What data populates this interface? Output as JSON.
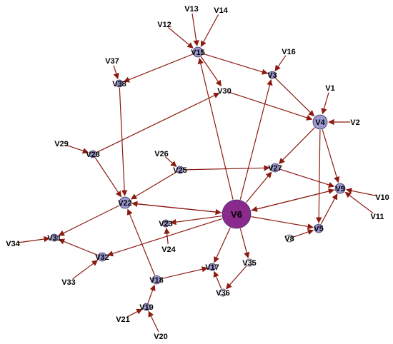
{
  "colors": {
    "edge": "#8b1a10",
    "node_default": "#9a97cc",
    "node_hub": "#8a2a8c",
    "node_hub_border": "#3c0f48",
    "node_light": "#ffffff"
  },
  "nodes": [
    {
      "id": "V1",
      "label": "V1"
    },
    {
      "id": "V2",
      "label": "V2"
    },
    {
      "id": "V3",
      "label": "V3"
    },
    {
      "id": "V4",
      "label": "V4"
    },
    {
      "id": "V5",
      "label": "V5"
    },
    {
      "id": "V6",
      "label": "V6"
    },
    {
      "id": "V8",
      "label": "V8"
    },
    {
      "id": "V9",
      "label": "V9"
    },
    {
      "id": "V10",
      "label": "V10"
    },
    {
      "id": "V11",
      "label": "V11"
    },
    {
      "id": "V12",
      "label": "V12"
    },
    {
      "id": "V13",
      "label": "V13"
    },
    {
      "id": "V14",
      "label": "V14"
    },
    {
      "id": "V15",
      "label": "V15"
    },
    {
      "id": "V16",
      "label": "V16"
    },
    {
      "id": "V17",
      "label": "V17"
    },
    {
      "id": "V18",
      "label": "V18"
    },
    {
      "id": "V19",
      "label": "V19"
    },
    {
      "id": "V20",
      "label": "V20"
    },
    {
      "id": "V21",
      "label": "V21"
    },
    {
      "id": "V22",
      "label": "V22"
    },
    {
      "id": "V23",
      "label": "V23"
    },
    {
      "id": "V24",
      "label": "V24"
    },
    {
      "id": "V25",
      "label": "V25"
    },
    {
      "id": "V26",
      "label": "V26"
    },
    {
      "id": "V27",
      "label": "V27"
    },
    {
      "id": "V28",
      "label": "V28"
    },
    {
      "id": "V29",
      "label": "V29"
    },
    {
      "id": "V30",
      "label": "V30"
    },
    {
      "id": "V31",
      "label": "V31"
    },
    {
      "id": "V32",
      "label": "V32"
    },
    {
      "id": "V33",
      "label": "V33"
    },
    {
      "id": "V34",
      "label": "V34"
    },
    {
      "id": "V35",
      "label": "V35"
    },
    {
      "id": "V36",
      "label": "V36"
    },
    {
      "id": "V37",
      "label": "V37"
    },
    {
      "id": "V38",
      "label": "V38"
    }
  ],
  "edges": [
    [
      "V13",
      "V15"
    ],
    [
      "V14",
      "V15"
    ],
    [
      "V12",
      "V15"
    ],
    [
      "V15",
      "V38"
    ],
    [
      "V15",
      "V30"
    ],
    [
      "V15",
      "V3"
    ],
    [
      "V16",
      "V3"
    ],
    [
      "V3",
      "V4"
    ],
    [
      "V1",
      "V4"
    ],
    [
      "V2",
      "V4"
    ],
    [
      "V30",
      "V4"
    ],
    [
      "V4",
      "V27"
    ],
    [
      "V4",
      "V9"
    ],
    [
      "V4",
      "V5"
    ],
    [
      "V10",
      "V9"
    ],
    [
      "V11",
      "V9"
    ],
    [
      "V9",
      "V6"
    ],
    [
      "V6",
      "V9"
    ],
    [
      "V27",
      "V9"
    ],
    [
      "V5",
      "V9"
    ],
    [
      "V6",
      "V5"
    ],
    [
      "V8",
      "V5"
    ],
    [
      "V6",
      "V3"
    ],
    [
      "V6",
      "V15"
    ],
    [
      "V6",
      "V27"
    ],
    [
      "V25",
      "V27"
    ],
    [
      "V26",
      "V25"
    ],
    [
      "V25",
      "V22"
    ],
    [
      "V37",
      "V38"
    ],
    [
      "V38",
      "V22"
    ],
    [
      "V29",
      "V28"
    ],
    [
      "V28",
      "V22"
    ],
    [
      "V28",
      "V30"
    ],
    [
      "V22",
      "V6"
    ],
    [
      "V6",
      "V22"
    ],
    [
      "V6",
      "V23"
    ],
    [
      "V24",
      "V23"
    ],
    [
      "V22",
      "V31"
    ],
    [
      "V34",
      "V31"
    ],
    [
      "V32",
      "V31"
    ],
    [
      "V6",
      "V32"
    ],
    [
      "V33",
      "V32"
    ],
    [
      "V6",
      "V17"
    ],
    [
      "V6",
      "V35"
    ],
    [
      "V35",
      "V36"
    ],
    [
      "V36",
      "V17"
    ],
    [
      "V18",
      "V17"
    ],
    [
      "V18",
      "V22"
    ],
    [
      "V19",
      "V18"
    ],
    [
      "V20",
      "V19"
    ],
    [
      "V21",
      "V19"
    ]
  ]
}
